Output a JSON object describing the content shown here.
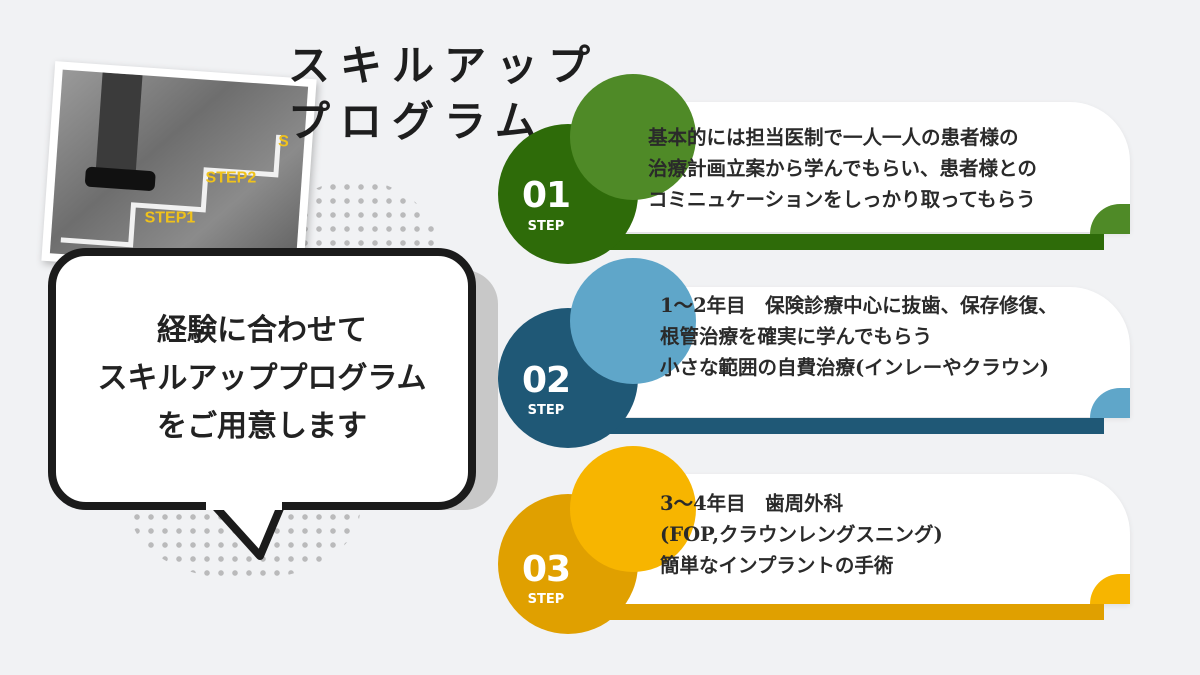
{
  "title_lines": [
    "スキルアップ",
    "プログラム"
  ],
  "photo": {
    "step_labels": [
      "STEP1",
      "STEP2",
      "S"
    ]
  },
  "bubble": {
    "lines": [
      "経験に合わせて",
      "スキルアッププログラム",
      "をご用意します"
    ]
  },
  "steps": [
    {
      "number": "01",
      "label": "STEP",
      "color_dark": "#2e6b09",
      "color_light": "#4f8a27",
      "lines": [
        "基本的には担当医制で一人一人の患者様の",
        "治療計画立案から学んでもらい、患者様との",
        "コミニュケーションをしっかり取ってもらう"
      ]
    },
    {
      "number": "02",
      "label": "STEP",
      "color_dark": "#1f5876",
      "color_light": "#5fa6c9",
      "lines": [
        "1〜2年目　保険診療中心に抜歯、保存修復、",
        "根管治療を確実に学んでもらう",
        "小さな範囲の自費治療(インレーやクラウン)"
      ]
    },
    {
      "number": "03",
      "label": "STEP",
      "color_dark": "#e0a000",
      "color_light": "#f7b500",
      "lines": [
        "3〜4年目　歯周外科",
        "(FOP,クラウンレングスニング)",
        "簡単なインプラントの手術"
      ]
    }
  ]
}
